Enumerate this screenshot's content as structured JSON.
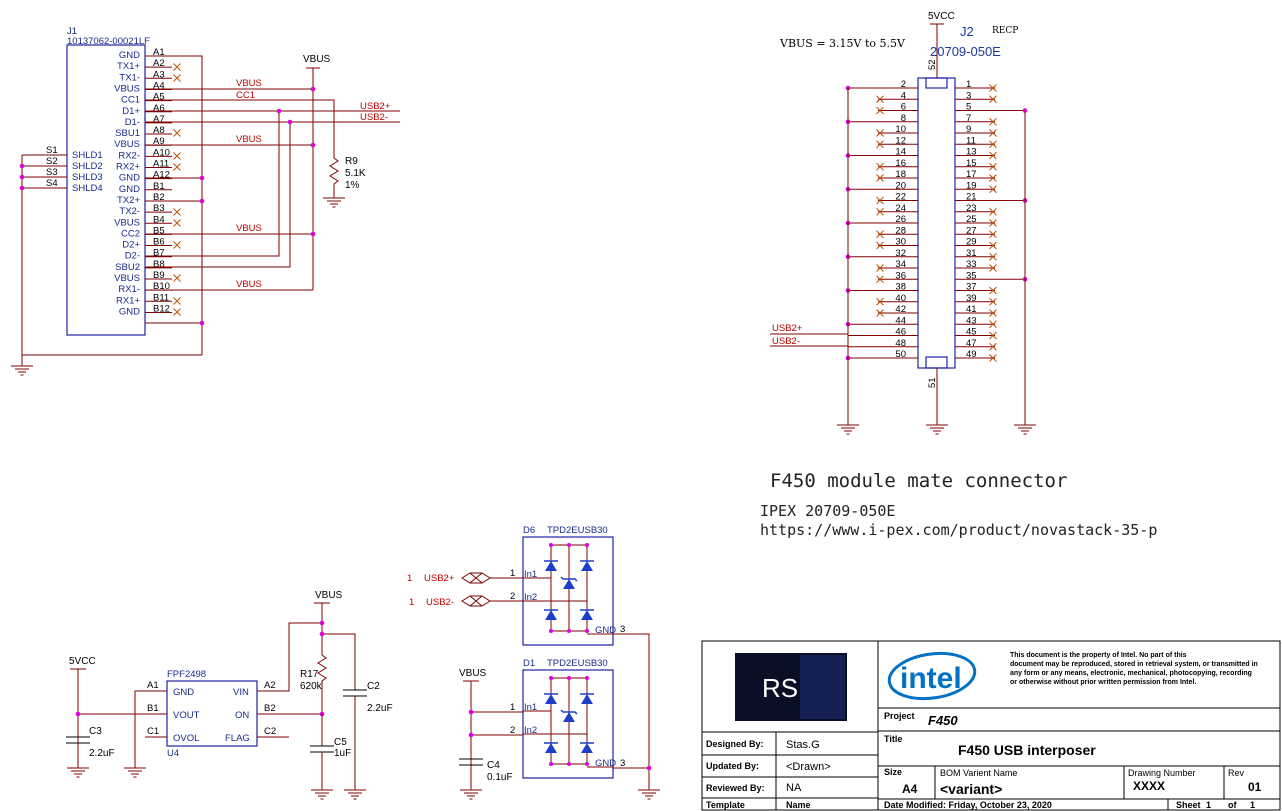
{
  "j1": {
    "ref": "J1",
    "part": "10137062-00021LF",
    "rows": [
      {
        "label": "GND",
        "pin": "A1"
      },
      {
        "label": "TX1+",
        "pin": "A2"
      },
      {
        "label": "TX1-",
        "pin": "A3"
      },
      {
        "label": "VBUS",
        "pin": "A4"
      },
      {
        "label": "CC1",
        "pin": "A5"
      },
      {
        "label": "D1+",
        "pin": "A6"
      },
      {
        "label": "D1-",
        "pin": "A7"
      },
      {
        "label": "SBU1",
        "pin": "A8"
      },
      {
        "label": "VBUS",
        "pin": "A9"
      },
      {
        "label": "RX2-",
        "pin": "A10"
      },
      {
        "label": "RX2+",
        "pin": "A11"
      },
      {
        "label": "GND",
        "pin": "A12"
      },
      {
        "label": "GND",
        "pin": "B1"
      },
      {
        "label": "TX2+",
        "pin": "B2"
      },
      {
        "label": "TX2-",
        "pin": "B3"
      },
      {
        "label": "VBUS",
        "pin": "B4"
      },
      {
        "label": "CC2",
        "pin": "B5"
      },
      {
        "label": "D2+",
        "pin": "B6"
      },
      {
        "label": "D2-",
        "pin": "B7"
      },
      {
        "label": "SBU2",
        "pin": "B8"
      },
      {
        "label": "VBUS",
        "pin": "B9"
      },
      {
        "label": "RX1-",
        "pin": "B10"
      },
      {
        "label": "RX1+",
        "pin": "B11"
      },
      {
        "label": "GND",
        "pin": "B12"
      }
    ],
    "shields": [
      {
        "label": "SHLD1",
        "pin": "S1"
      },
      {
        "label": "SHLD2",
        "pin": "S2"
      },
      {
        "label": "SHLD3",
        "pin": "S3"
      },
      {
        "label": "SHLD4",
        "pin": "S4"
      }
    ]
  },
  "nets": {
    "vbus": "VBUS",
    "cc1": "CC1",
    "usb2p": "USB2+",
    "usb2m": "USB2-",
    "v5": "5VCC"
  },
  "r9": {
    "ref": "R9",
    "value": "5.1K",
    "tol": "1%"
  },
  "j2": {
    "ref": "J2",
    "part": "20709-050E",
    "recp": "RECP",
    "vbus_range": "VBUS = 3.15V to 5.5V",
    "pin_top": "52",
    "pin_bottom": "51",
    "left_pins": [
      "2",
      "4",
      "6",
      "8",
      "10",
      "12",
      "14",
      "16",
      "18",
      "20",
      "22",
      "24",
      "26",
      "28",
      "30",
      "32",
      "34",
      "36",
      "38",
      "40",
      "42",
      "44",
      "46",
      "48",
      "50"
    ],
    "right_pins": [
      "1",
      "3",
      "5",
      "7",
      "9",
      "11",
      "13",
      "15",
      "17",
      "19",
      "21",
      "23",
      "25",
      "27",
      "29",
      "31",
      "33",
      "35",
      "37",
      "39",
      "41",
      "43",
      "45",
      "47",
      "49"
    ]
  },
  "notes": {
    "title": "F450 module mate connector",
    "part": "IPEX 20709-050E",
    "url": "https://www.i-pex.com/product/novastack-35-p"
  },
  "d6": {
    "ref": "D6",
    "part": "TPD2EUSB30",
    "in1": "In1",
    "in2": "In2",
    "gnd": "GND",
    "p1": "1",
    "p2": "2",
    "p3": "3",
    "sheet1": "1",
    "sheet2": "1"
  },
  "d1": {
    "ref": "D1",
    "part": "TPD2EUSB30",
    "in1": "In1",
    "in2": "In2",
    "gnd": "GND",
    "p1": "1",
    "p2": "2",
    "p3": "3"
  },
  "u4": {
    "ref": "U4",
    "part": "FPF2498",
    "left": [
      {
        "pin": "A1",
        "label": "GND"
      },
      {
        "pin": "B1",
        "label": "VOUT"
      },
      {
        "pin": "C1",
        "label": "OVOL"
      }
    ],
    "right": [
      {
        "pin": "A2",
        "label": "VIN"
      },
      {
        "pin": "B2",
        "label": "ON"
      },
      {
        "pin": "C2",
        "label": "FLAG"
      }
    ]
  },
  "r17": {
    "ref": "R17",
    "value": "620k"
  },
  "c2": {
    "ref": "C2",
    "value": "2.2uF"
  },
  "c3": {
    "ref": "C3",
    "value": "2.2uF"
  },
  "c4": {
    "ref": "C4",
    "value": "0.1uF"
  },
  "c5": {
    "ref": "C5",
    "value": "1uF"
  },
  "titleblock": {
    "logo": "RS",
    "brand": "intel",
    "notice": [
      "This document is the property of Intel. No part of this",
      "document may be reproduced, stored in retrieval system, or transmitted in",
      "any form or any means, electronic, mechanical, photocopying, recording",
      "or otherwise without prior written permission from Intel."
    ],
    "project_label": "Project",
    "project": "F450",
    "designed_label": "Designed By:",
    "designed": "Stas.G",
    "updated_label": "Updated By:",
    "updated": "<Drawn>",
    "reviewed_label": "Reviewed By:",
    "reviewed": "NA",
    "template_label": "Template",
    "template": "Name",
    "title_label": "Title",
    "title": "F450 USB interposer",
    "size_label": "Size",
    "size": "A4",
    "bom_label": "BOM Varient Name",
    "bom": "<variant>",
    "drawing_label": "Drawing Number",
    "drawing": "XXXX",
    "rev_label": "Rev",
    "rev": "01",
    "date": "Date Modified: Friday, October 23, 2020",
    "sheet_label": "Sheet",
    "sheet": "1",
    "of_label": "of",
    "of": "1"
  }
}
